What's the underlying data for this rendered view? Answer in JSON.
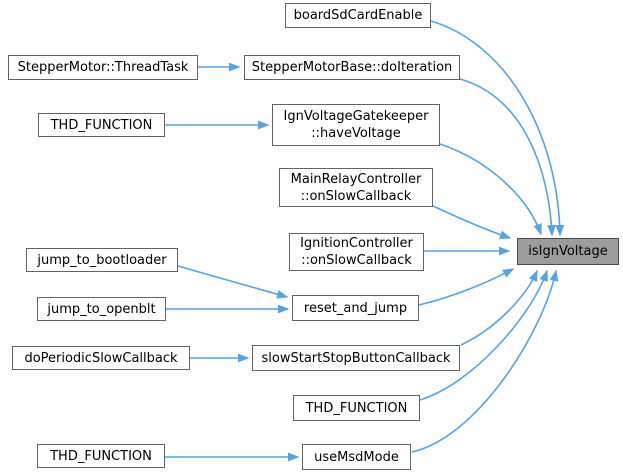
{
  "style": {
    "background": "#ffffff",
    "edge_color": "#55a3e8",
    "node_fill": "#ffffff",
    "node_border": "#636363",
    "node_text": "#000000",
    "highlight_fill": "#9c9c9c",
    "highlight_border": "#4a4a4a"
  },
  "diagram": {
    "type": "caller-graph",
    "focus_function": "isIgnVoltage"
  },
  "nodes": [
    {
      "id": "stepper_motor_thread_task",
      "label": "StepperMotor::ThreadTask"
    },
    {
      "id": "board_sd_card_enable",
      "label": "boardSdCardEnable"
    },
    {
      "id": "stepper_motor_base_do_iteration",
      "label": "StepperMotorBase::doIteration"
    },
    {
      "id": "thd_function_top",
      "label": "THD_FUNCTION"
    },
    {
      "id": "ign_voltage_gatekeeper_have_voltage",
      "label": "IgnVoltageGatekeeper\n::haveVoltage"
    },
    {
      "id": "main_relay_controller_on_slow_callback",
      "label": "MainRelayController\n::onSlowCallback"
    },
    {
      "id": "ignition_controller_on_slow_callback",
      "label": "IgnitionController\n::onSlowCallback"
    },
    {
      "id": "jump_to_bootloader",
      "label": "jump_to_bootloader"
    },
    {
      "id": "jump_to_openblt",
      "label": "jump_to_openblt"
    },
    {
      "id": "reset_and_jump",
      "label": "reset_and_jump"
    },
    {
      "id": "do_periodic_slow_callback",
      "label": "doPeriodicSlowCallback"
    },
    {
      "id": "slow_start_stop_button_callback",
      "label": "slowStartStopButtonCallback"
    },
    {
      "id": "thd_function_mid",
      "label": "THD_FUNCTION"
    },
    {
      "id": "thd_function_bottom",
      "label": "THD_FUNCTION"
    },
    {
      "id": "use_msd_mode",
      "label": "useMsdMode"
    },
    {
      "id": "is_ign_voltage",
      "label": "isIgnVoltage",
      "highlighted": true
    }
  ],
  "edges": [
    {
      "from": "stepper_motor_thread_task",
      "to": "stepper_motor_base_do_iteration"
    },
    {
      "from": "board_sd_card_enable",
      "to": "is_ign_voltage"
    },
    {
      "from": "stepper_motor_base_do_iteration",
      "to": "is_ign_voltage"
    },
    {
      "from": "thd_function_top",
      "to": "ign_voltage_gatekeeper_have_voltage"
    },
    {
      "from": "ign_voltage_gatekeeper_have_voltage",
      "to": "is_ign_voltage"
    },
    {
      "from": "main_relay_controller_on_slow_callback",
      "to": "is_ign_voltage"
    },
    {
      "from": "ignition_controller_on_slow_callback",
      "to": "is_ign_voltage"
    },
    {
      "from": "jump_to_bootloader",
      "to": "reset_and_jump"
    },
    {
      "from": "jump_to_openblt",
      "to": "reset_and_jump"
    },
    {
      "from": "reset_and_jump",
      "to": "is_ign_voltage"
    },
    {
      "from": "do_periodic_slow_callback",
      "to": "slow_start_stop_button_callback"
    },
    {
      "from": "slow_start_stop_button_callback",
      "to": "is_ign_voltage"
    },
    {
      "from": "thd_function_mid",
      "to": "is_ign_voltage"
    },
    {
      "from": "thd_function_bottom",
      "to": "use_msd_mode"
    },
    {
      "from": "use_msd_mode",
      "to": "is_ign_voltage"
    }
  ]
}
